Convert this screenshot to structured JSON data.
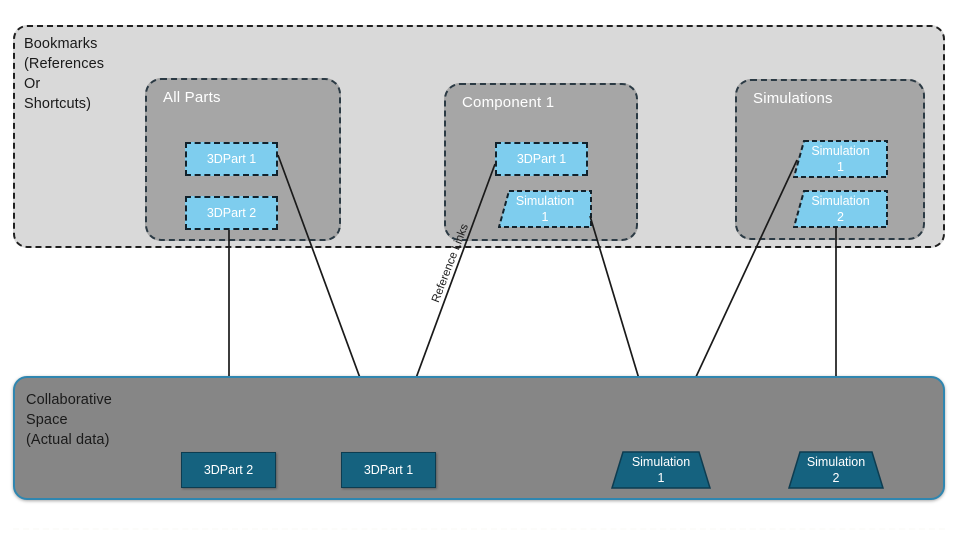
{
  "diagram": {
    "bookmarks": {
      "label": "Bookmarks\n(References\nOr\nShortcuts)",
      "groups": [
        {
          "title": "All Parts",
          "items": [
            {
              "label": "3DPart 1",
              "shape": "rect"
            },
            {
              "label": "3DPart 2",
              "shape": "rect"
            }
          ]
        },
        {
          "title": "Component  1",
          "items": [
            {
              "label": "3DPart 1",
              "shape": "rect"
            },
            {
              "label": "Simulation",
              "label2": "1",
              "shape": "trapezoid"
            }
          ]
        },
        {
          "title": "Simulations",
          "items": [
            {
              "label": "Simulation",
              "label2": "1",
              "shape": "trapezoid"
            },
            {
              "label": "Simulation",
              "label2": "2",
              "shape": "trapezoid"
            }
          ]
        }
      ]
    },
    "collaborative": {
      "label": "Collaborative\nSpace\n(Actual data)",
      "items": [
        {
          "label": "3DPart 2",
          "shape": "rect"
        },
        {
          "label": "3DPart 1",
          "shape": "rect"
        },
        {
          "label": "Simulation",
          "label2": "1",
          "shape": "trapezoid"
        },
        {
          "label": "Simulation",
          "label2": "2",
          "shape": "trapezoid"
        }
      ]
    },
    "connector_label": "Reference Links",
    "colors": {
      "bookmarks_bg": "#d9d9d9",
      "group_bg": "#a6a6a6",
      "reference_item": "#7ecdee",
      "collab_bg": "#868686",
      "collab_border": "#2f86b0",
      "data_item": "#15627f",
      "line": "#1a1a1a"
    }
  }
}
